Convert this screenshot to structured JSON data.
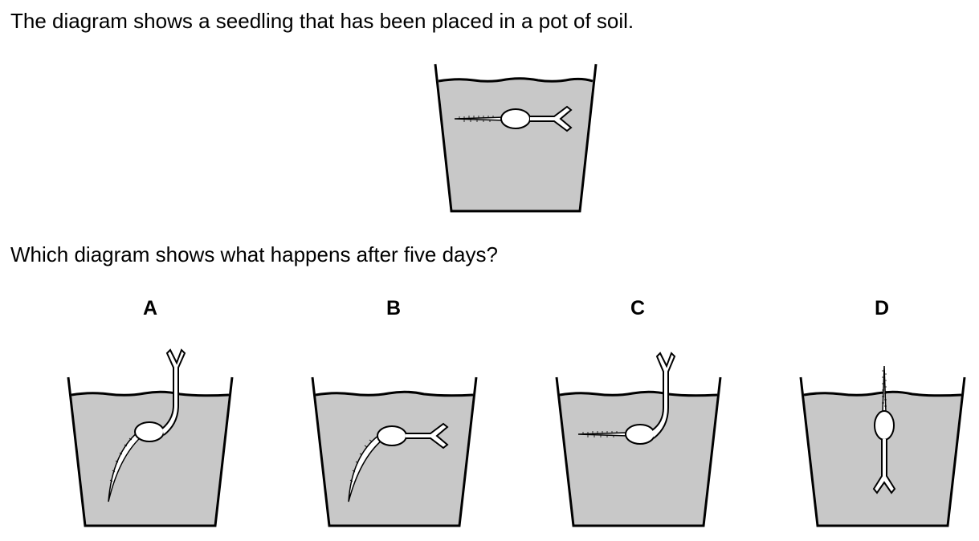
{
  "intro_text": "The diagram shows a seedling that has been placed in a pot of soil.",
  "question_text": "Which diagram shows what happens after five days?",
  "options": [
    {
      "label": "A"
    },
    {
      "label": "B"
    },
    {
      "label": "C"
    },
    {
      "label": "D"
    }
  ],
  "colors": {
    "soil": "#c8c8c8",
    "outline": "#000000",
    "seedling": "#ffffff"
  }
}
